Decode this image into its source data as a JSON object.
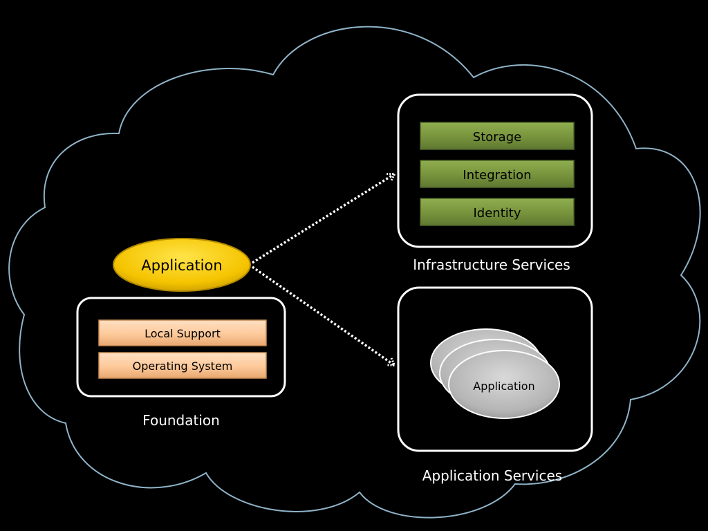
{
  "diagram": {
    "center_node": {
      "label": "Application",
      "color": "#f5c400"
    },
    "foundation": {
      "title": "Foundation",
      "items": [
        "Local Support",
        "Operating System"
      ],
      "item_color": "#fdc99a"
    },
    "infrastructure_services": {
      "title": "Infrastructure Services",
      "items": [
        "Storage",
        "Integration",
        "Identity"
      ],
      "item_color": "#77933c"
    },
    "application_services": {
      "title": "Application Services",
      "stack_label": "Application",
      "stack_color": "#b3b3b3"
    },
    "cloud_outline_color": "#8fb3c8",
    "background_color": "#000000"
  }
}
